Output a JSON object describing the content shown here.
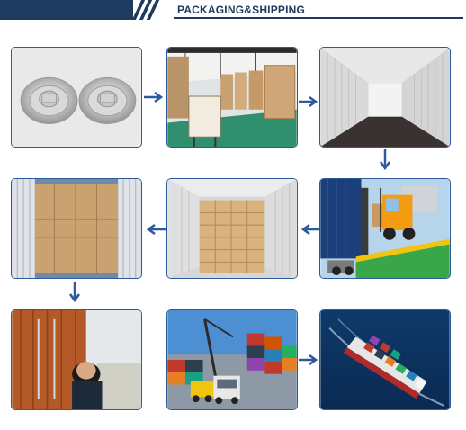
{
  "header": {
    "title": "PACKAGING&SHIPPING"
  },
  "steps": [
    {
      "name": "product-caps-photo"
    },
    {
      "name": "warehouse-photo"
    },
    {
      "name": "empty-container-photo"
    },
    {
      "name": "forklift-loading-photo"
    },
    {
      "name": "container-half-loaded-photo"
    },
    {
      "name": "container-full-loaded-photo"
    },
    {
      "name": "container-sealing-photo"
    },
    {
      "name": "port-terminal-photo"
    },
    {
      "name": "cargo-ship-photo"
    }
  ],
  "colors": {
    "accent": "#1f3a5f",
    "tile_border": "#2d5a9a",
    "arrow": "#2d5a9a"
  }
}
